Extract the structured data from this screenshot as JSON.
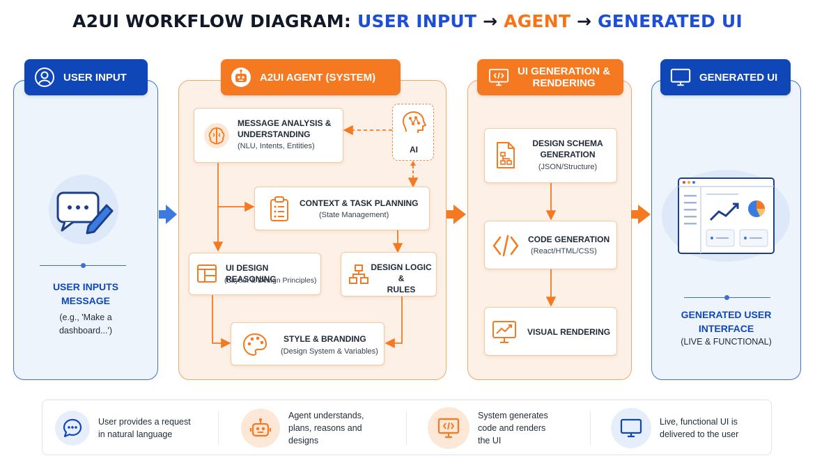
{
  "title": {
    "part1": "A2UI WORKFLOW DIAGRAM: ",
    "part2": "USER INPUT",
    "arrow1": " → ",
    "part3": "AGENT",
    "arrow2": " → ",
    "part4": "GENERATED UI"
  },
  "colors": {
    "blue": "#0f47b8",
    "orange": "#f47920",
    "panel_blue": "#eef4fc",
    "panel_orange": "#fdf1e7"
  },
  "user_input": {
    "header": "USER INPUT",
    "icon": "user-icon",
    "caption": "USER INPUTS MESSAGE",
    "caption_line1": "USER INPUTS",
    "caption_line2": "MESSAGE",
    "example_line1": "(e.g., 'Make a",
    "example_line2": "dashboard...')"
  },
  "agent": {
    "header": "A2UI AGENT (SYSTEM)",
    "icon": "robot-icon",
    "ai_label": "AI",
    "cards": {
      "message_analysis": {
        "title1": "MESSAGE ANALYSIS &",
        "title2": "UNDERSTANDING",
        "sub": "(NLU, Intents, Entities)",
        "icon": "brain-icon"
      },
      "context_planning": {
        "title": "CONTEXT & TASK PLANNING",
        "sub": "(State Management)",
        "icon": "clipboard-icon"
      },
      "ui_design": {
        "title": "UI DESIGN REASONING",
        "sub": "(Layout & Design Principles)",
        "icon": "layout-icon"
      },
      "design_logic": {
        "title1": "DESIGN LOGIC &",
        "title2": "RULES",
        "icon": "hierarchy-icon"
      },
      "style_branding": {
        "title": "STYLE & BRANDING",
        "sub": "(Design System & Variables)",
        "icon": "palette-icon"
      }
    }
  },
  "generation": {
    "header1": "UI GENERATION &",
    "header2": "RENDERING",
    "icon": "code-monitor-icon",
    "cards": {
      "schema": {
        "title1": "DESIGN SCHEMA",
        "title2": "GENERATION",
        "sub": "(JSON/Structure)",
        "icon": "schema-file-icon"
      },
      "code": {
        "title": "CODE GENERATION",
        "sub": "(React/HTML/CSS)",
        "icon": "code-icon"
      },
      "visual": {
        "title": "VISUAL RENDERING",
        "icon": "chart-monitor-icon"
      }
    }
  },
  "generated": {
    "header": "GENERATED UI",
    "icon": "monitor-icon",
    "caption_line1": "GENERATED USER",
    "caption_line2": "INTERFACE",
    "sub": "(LIVE & FUNCTIONAL)"
  },
  "bottom": [
    {
      "line1": "User provides a request",
      "line2": "in natural language",
      "line3": "",
      "icon": "chat-icon",
      "tone": "blue"
    },
    {
      "line1": "Agent understands,",
      "line2": "plans, reasons and",
      "line3": "designs",
      "icon": "robot-icon",
      "tone": "orange"
    },
    {
      "line1": "System generates",
      "line2": "code and renders",
      "line3": "the UI",
      "icon": "code-monitor-icon",
      "tone": "orange"
    },
    {
      "line1": "Live, functional UI is",
      "line2": "delivered to the user",
      "line3": "",
      "icon": "monitor-icon",
      "tone": "blue"
    }
  ]
}
